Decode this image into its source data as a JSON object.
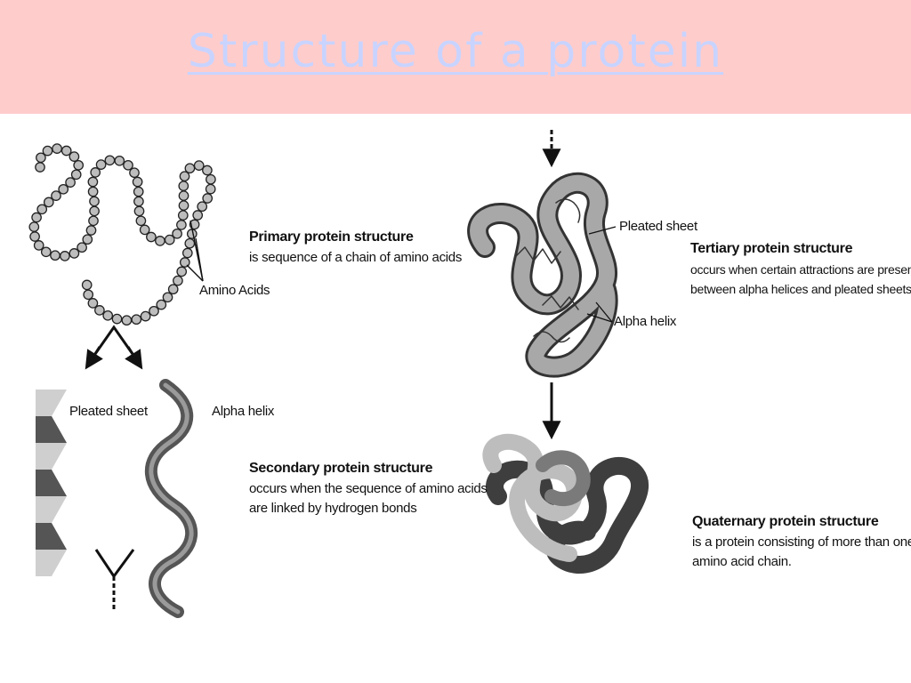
{
  "slide": {
    "title": "Structure of a protein"
  },
  "primary": {
    "heading": "Primary protein structure",
    "desc": "is sequence of a chain of amino acids",
    "amino_label": "Amino Acids"
  },
  "secondary": {
    "pleated_label": "Pleated sheet",
    "helix_label": "Alpha helix",
    "heading": "Secondary protein structure",
    "desc_lines": [
      "occurs when the sequence of amino acids",
      "are linked by hydrogen bonds"
    ]
  },
  "tertiary": {
    "pleated_label": "Pleated sheet",
    "helix_label": "Alpha helix",
    "heading": "Tertiary protein structure",
    "desc_lines": [
      "occurs when certain attractions are present",
      "between alpha helices and pleated sheets."
    ]
  },
  "quaternary": {
    "heading": "Quaternary protein structure",
    "desc_lines": [
      "is a protein consisting of more than one",
      "amino acid chain."
    ]
  }
}
